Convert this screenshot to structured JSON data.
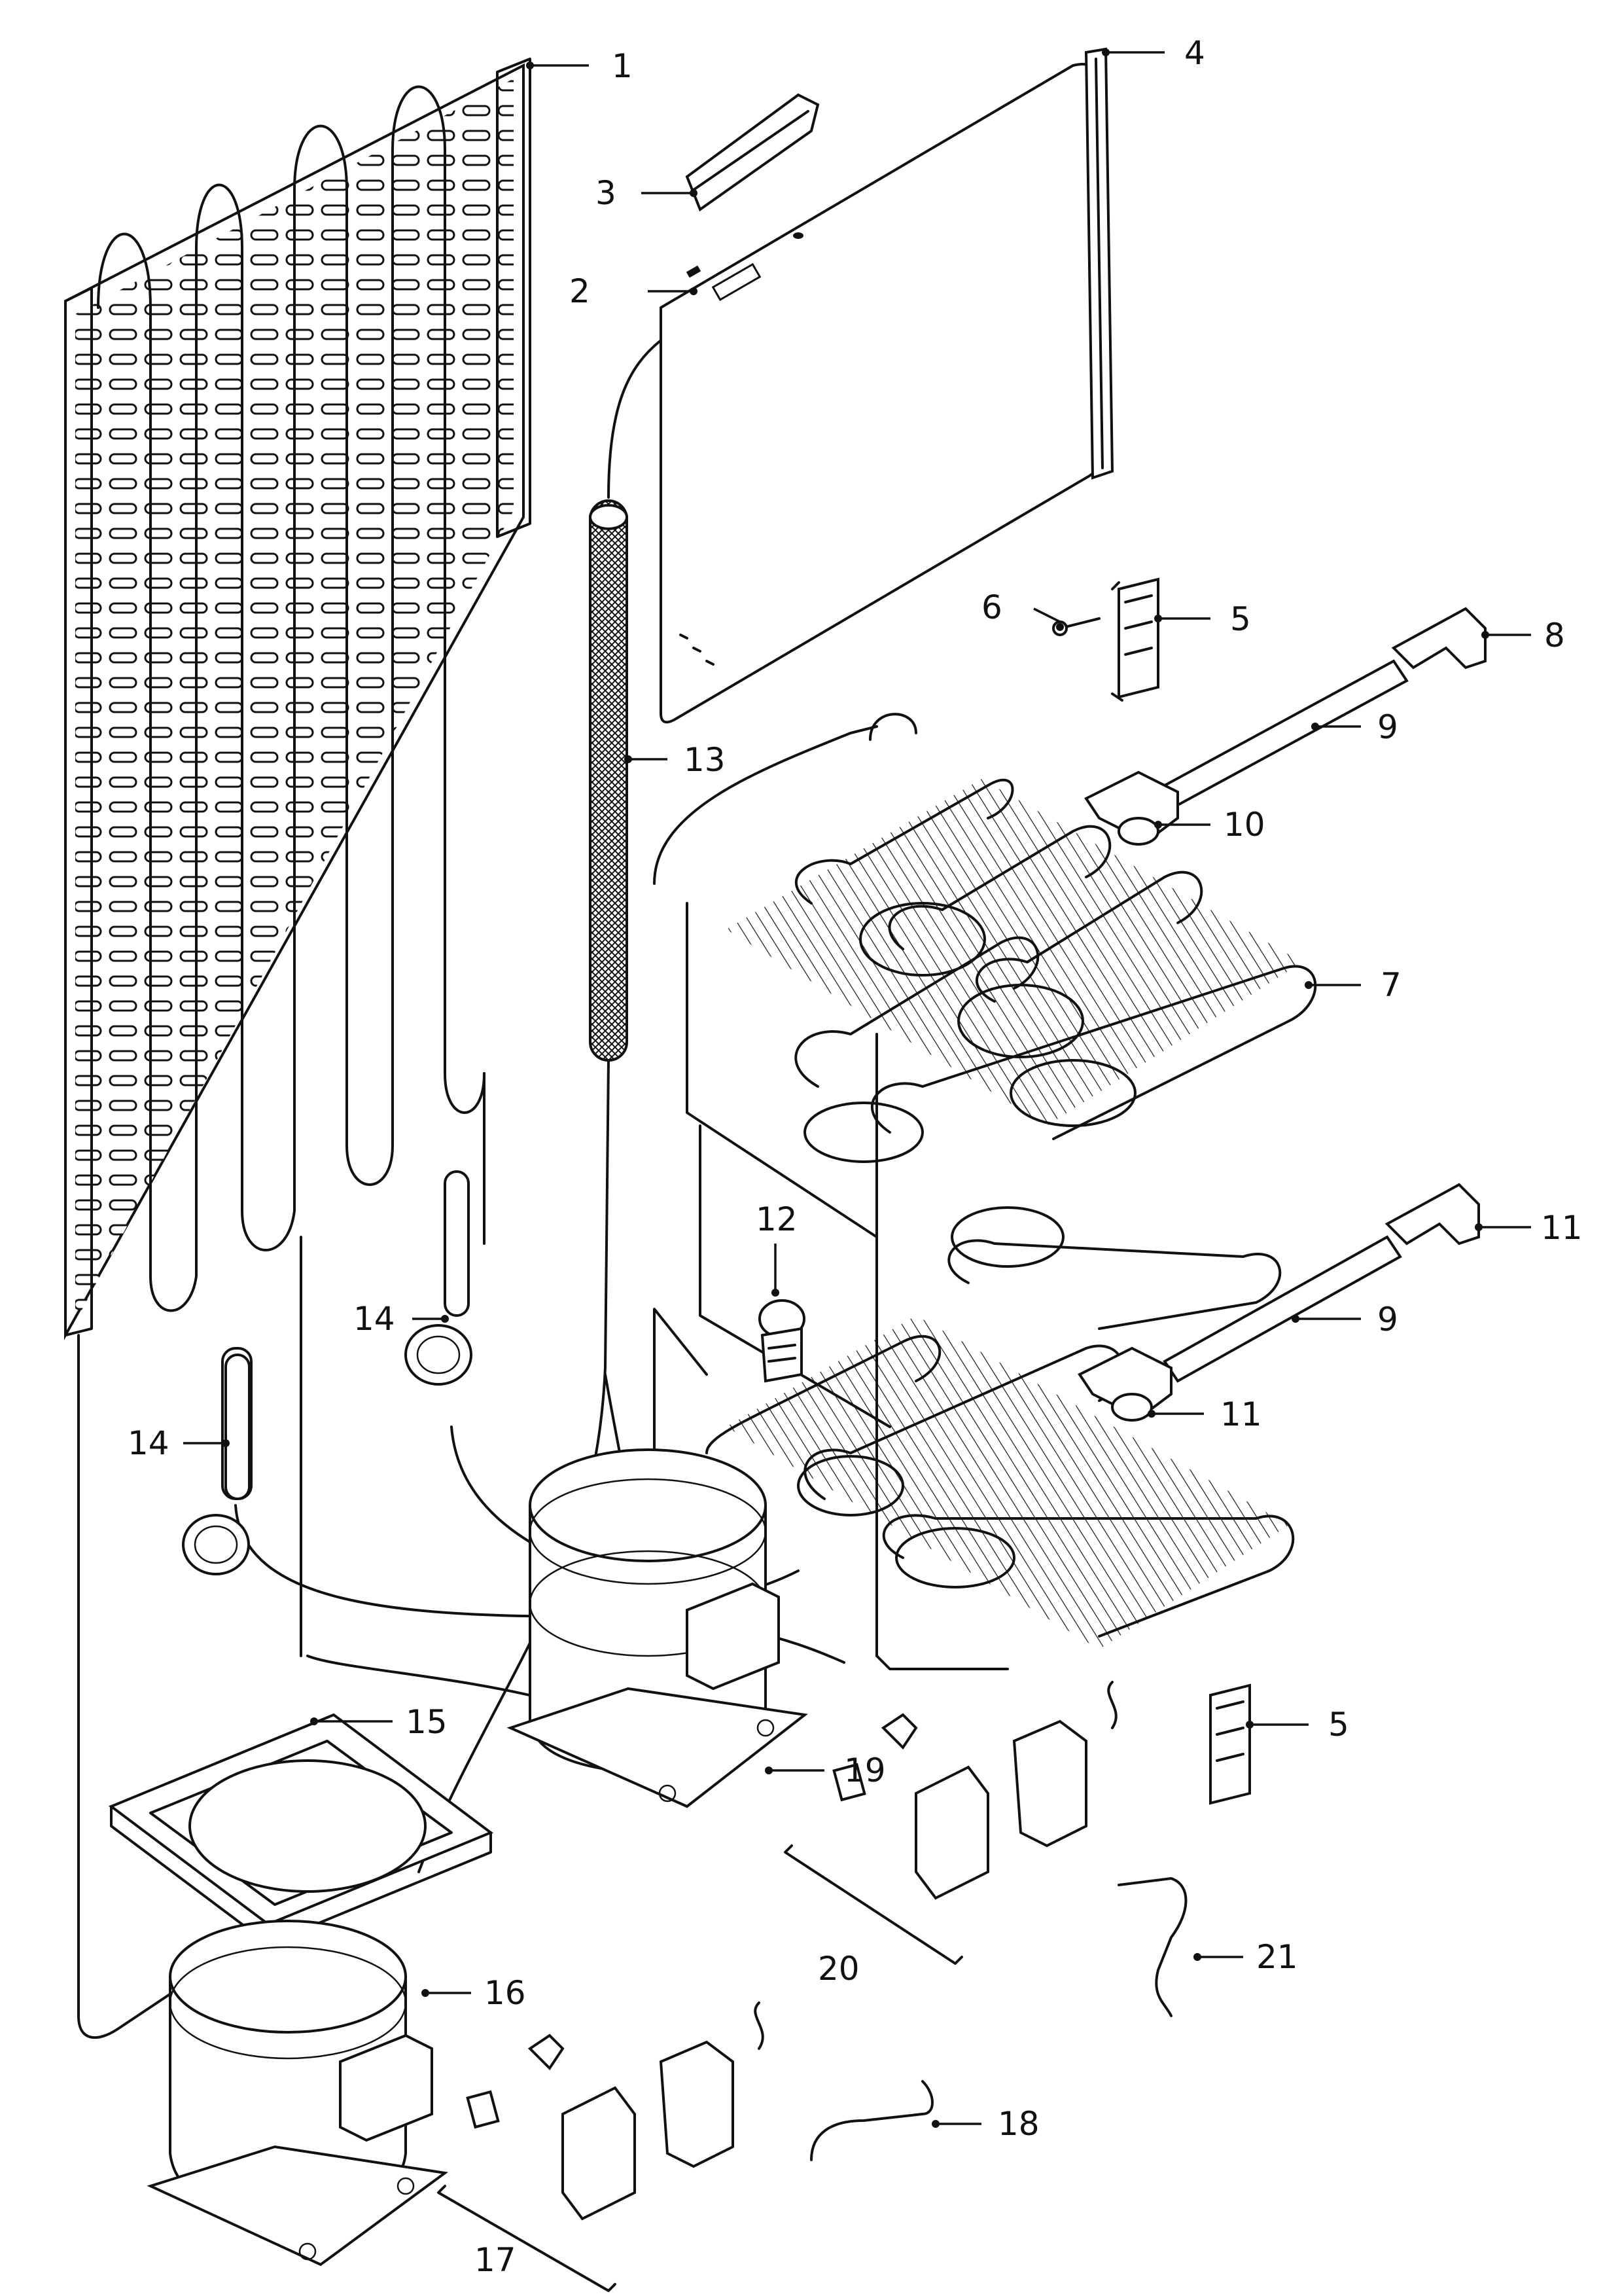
{
  "labels": {
    "p1": "1",
    "p2": "2",
    "p3": "3",
    "p4": "4",
    "p5a": "5",
    "p5b": "5",
    "p6": "6",
    "p7": "7",
    "p8": "8",
    "p9a": "9",
    "p9b": "9",
    "p10": "10",
    "p11a": "11",
    "p11b": "11",
    "p12": "12",
    "p13": "13",
    "p14a": "14",
    "p14b": "14",
    "p15": "15",
    "p16": "16",
    "p17": "17",
    "p18": "18",
    "p19": "19",
    "p20": "20",
    "p21": "21"
  }
}
